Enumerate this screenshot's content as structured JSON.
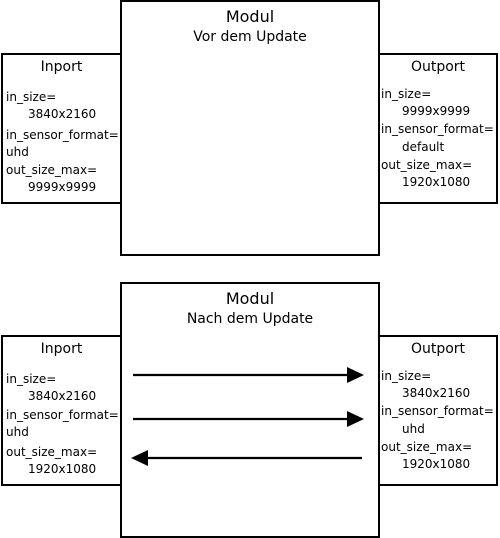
{
  "before": {
    "module_title": "Modul",
    "module_subtitle": "Vor dem Update",
    "inport": {
      "title": "Inport",
      "in_size_label": "in_size=",
      "in_size_value": "3840x2160",
      "in_sensor_format_label": "in_sensor_format=",
      "in_sensor_format_value": "uhd",
      "out_size_max_label": "out_size_max=",
      "out_size_max_value": "9999x9999"
    },
    "outport": {
      "title": "Outport",
      "in_size_label": "in_size=",
      "in_size_value": "9999x9999",
      "in_sensor_format_label": "in_sensor_format=",
      "in_sensor_format_value": "default",
      "out_size_max_label": "out_size_max=",
      "out_size_max_value": "1920x1080"
    }
  },
  "after": {
    "module_title": "Modul",
    "module_subtitle": "Nach dem Update",
    "inport": {
      "title": "Inport",
      "in_size_label": "in_size=",
      "in_size_value": "3840x2160",
      "in_sensor_format_label": "in_sensor_format=",
      "in_sensor_format_value": "uhd",
      "out_size_max_label": "out_size_max=",
      "out_size_max_value": "1920x1080"
    },
    "outport": {
      "title": "Outport",
      "in_size_label": "in_size=",
      "in_size_value": "3840x2160",
      "in_sensor_format_label": "in_sensor_format=",
      "in_sensor_format_value": "uhd",
      "out_size_max_label": "out_size_max=",
      "out_size_max_value": "1920x1080"
    }
  }
}
